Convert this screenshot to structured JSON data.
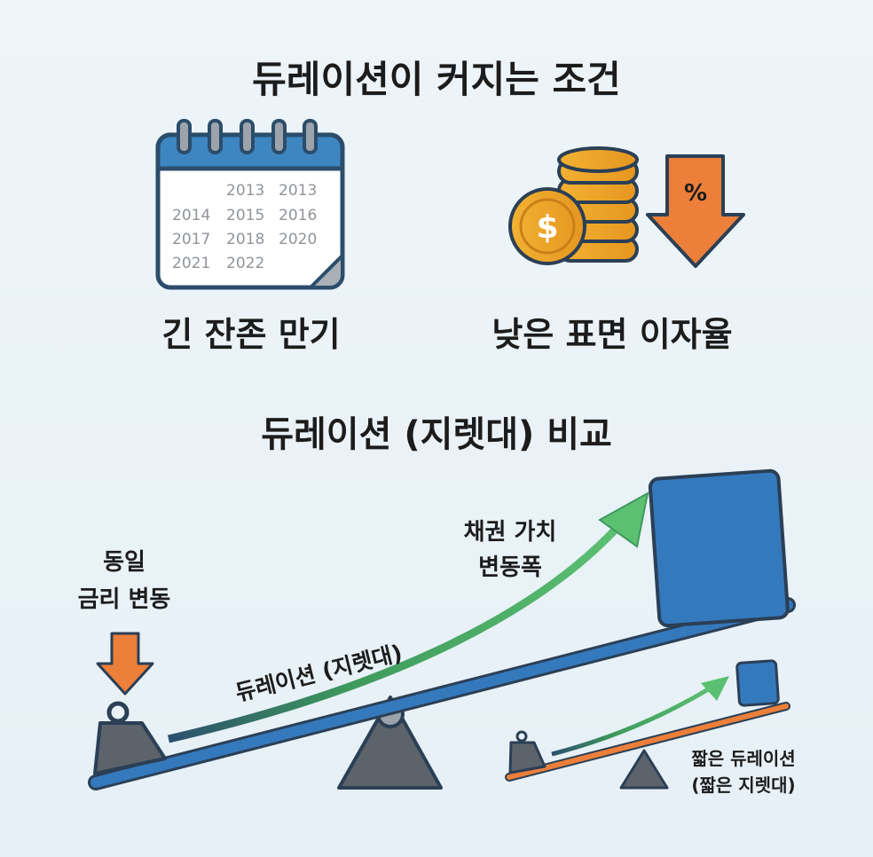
{
  "title": "듀레이션이 커지는 조건",
  "conditions": [
    {
      "label": "긴 잔존 만기",
      "icon": "calendar-icon",
      "calendar_years": [
        [
          "",
          "2013",
          "2013"
        ],
        [
          "2014",
          "2015",
          "2016"
        ],
        [
          "2017",
          "2018",
          "2020"
        ],
        [
          "2021",
          "2022",
          ""
        ]
      ]
    },
    {
      "label": "낮은 표면 이자율",
      "icon": "coins-down-arrow-icon",
      "coin_symbol": "$",
      "arrow_symbol": "%"
    }
  ],
  "comparison": {
    "title": "듀레이션 (지렛대) 비교",
    "rate_change_line1": "동일",
    "rate_change_line2": "금리 변동",
    "value_change_line1": "채권 가치",
    "value_change_line2": "변동폭",
    "long_lever_label": "듀레이션 (지렛대)",
    "short_label_line1": "짧은 듀레이션",
    "short_label_line2": "(짧은 지렛대)"
  },
  "colors": {
    "blue": "#2f6fb3",
    "orange": "#ec7f3a",
    "green": "#4caf64",
    "gray": "#5d636b"
  }
}
